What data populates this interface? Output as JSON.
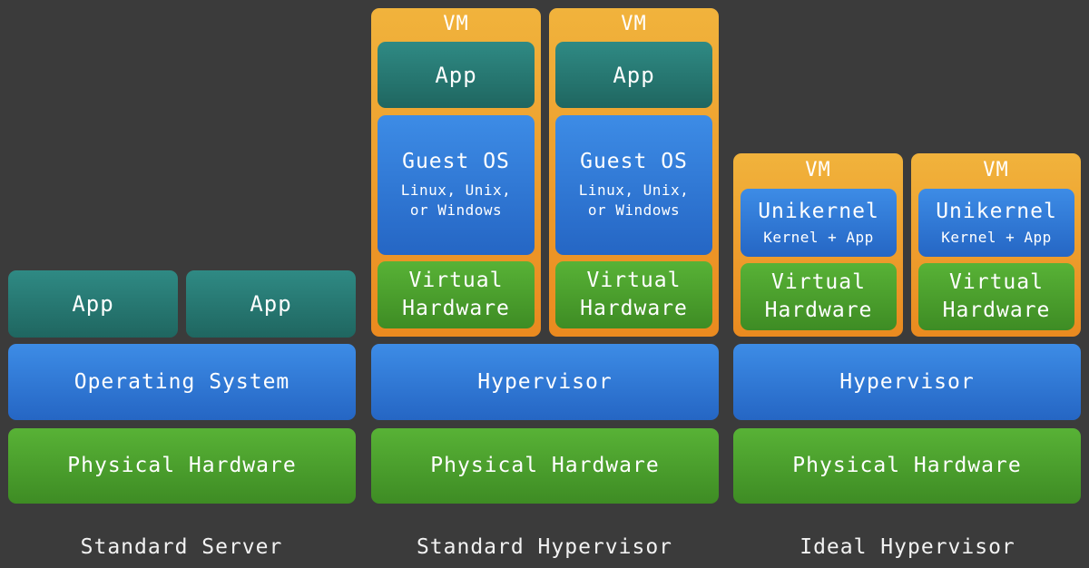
{
  "standard_server": {
    "apps": [
      "App",
      "App"
    ],
    "os": "Operating System",
    "hardware": "Physical Hardware",
    "caption": "Standard Server"
  },
  "standard_hypervisor": {
    "vms": [
      {
        "label": "VM",
        "app": "App",
        "guest_os": "Guest OS",
        "guest_os_line1": "Linux, Unix,",
        "guest_os_line2": "or Windows",
        "vhw_line1": "Virtual",
        "vhw_line2": "Hardware"
      },
      {
        "label": "VM",
        "app": "App",
        "guest_os": "Guest OS",
        "guest_os_line1": "Linux, Unix,",
        "guest_os_line2": "or Windows",
        "vhw_line1": "Virtual",
        "vhw_line2": "Hardware"
      }
    ],
    "hypervisor": "Hypervisor",
    "hardware": "Physical Hardware",
    "caption": "Standard Hypervisor"
  },
  "ideal_hypervisor": {
    "vms": [
      {
        "label": "VM",
        "unikernel": "Unikernel",
        "unikernel_sub": "Kernel + App",
        "vhw_line1": "Virtual",
        "vhw_line2": "Hardware"
      },
      {
        "label": "VM",
        "unikernel": "Unikernel",
        "unikernel_sub": "Kernel + App",
        "vhw_line1": "Virtual",
        "vhw_line2": "Hardware"
      }
    ],
    "hypervisor": "Hypervisor",
    "hardware": "Physical Hardware",
    "caption": "Ideal Hypervisor"
  }
}
